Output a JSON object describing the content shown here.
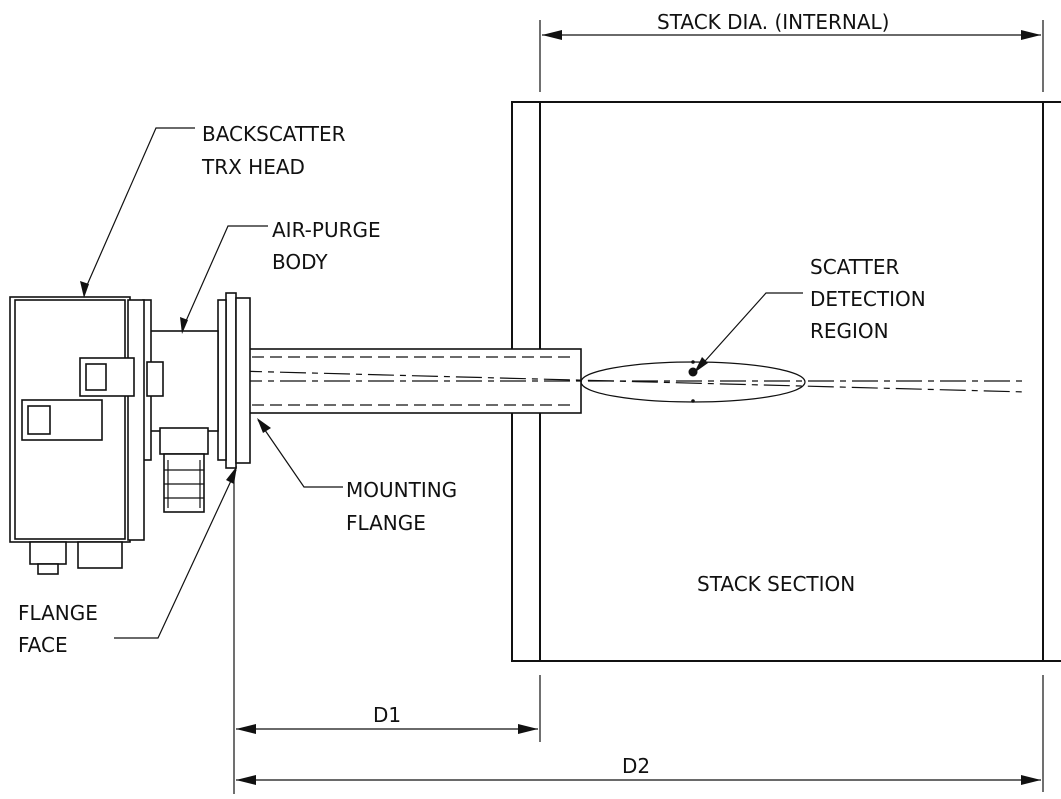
{
  "labels": {
    "stack_dia": "STACK DIA. (INTERNAL)",
    "trx_head_line1": "BACKSCATTER",
    "trx_head_line2": "TRX HEAD",
    "air_purge_line1": "AIR-PURGE",
    "air_purge_line2": "BODY",
    "scatter_line1": "SCATTER",
    "scatter_line2": "DETECTION",
    "scatter_line3": "REGION",
    "mounting_line1": "MOUNTING",
    "mounting_line2": "FLANGE",
    "flange_face_line1": "FLANGE",
    "flange_face_line2": "FACE",
    "stack_section": "STACK SECTION",
    "d1": "D1",
    "d2": "D2"
  }
}
